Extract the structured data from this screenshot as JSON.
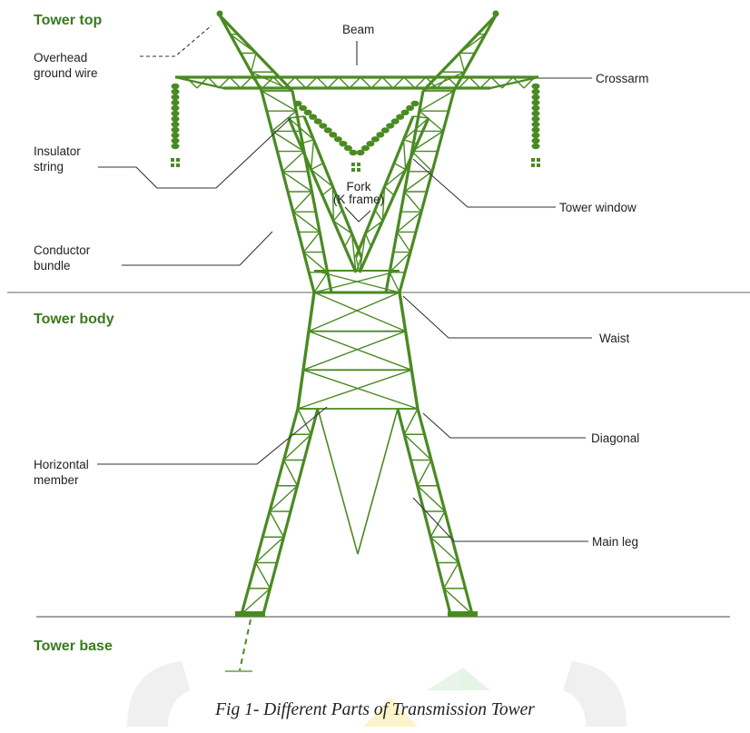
{
  "sections": {
    "top": "Tower top",
    "body": "Tower body",
    "base": "Tower base"
  },
  "labels": {
    "overhead_ground_wire": [
      "Overhead",
      "ground wire"
    ],
    "beam": "Beam",
    "crossarm": "Crossarm",
    "insulator_string": [
      "Insulator",
      "string"
    ],
    "fork": [
      "Fork",
      "(K frame)"
    ],
    "tower_window": "Tower window",
    "conductor_bundle": [
      "Conductor",
      "bundle"
    ],
    "waist": "Waist",
    "diagonal": "Diagonal",
    "horizontal_member": [
      "Horizontal",
      "member"
    ],
    "main_leg": "Main leg"
  },
  "caption": "Fig 1- Different Parts of Transmission Tower",
  "colors": {
    "tower_green": "#4a8a22",
    "section_title": "#3a7a1d",
    "leader_line": "#333333",
    "watermark": "#eeeeee",
    "watermark_yellow": "#fbf3c4",
    "watermark_green": "#e4f3e4"
  }
}
